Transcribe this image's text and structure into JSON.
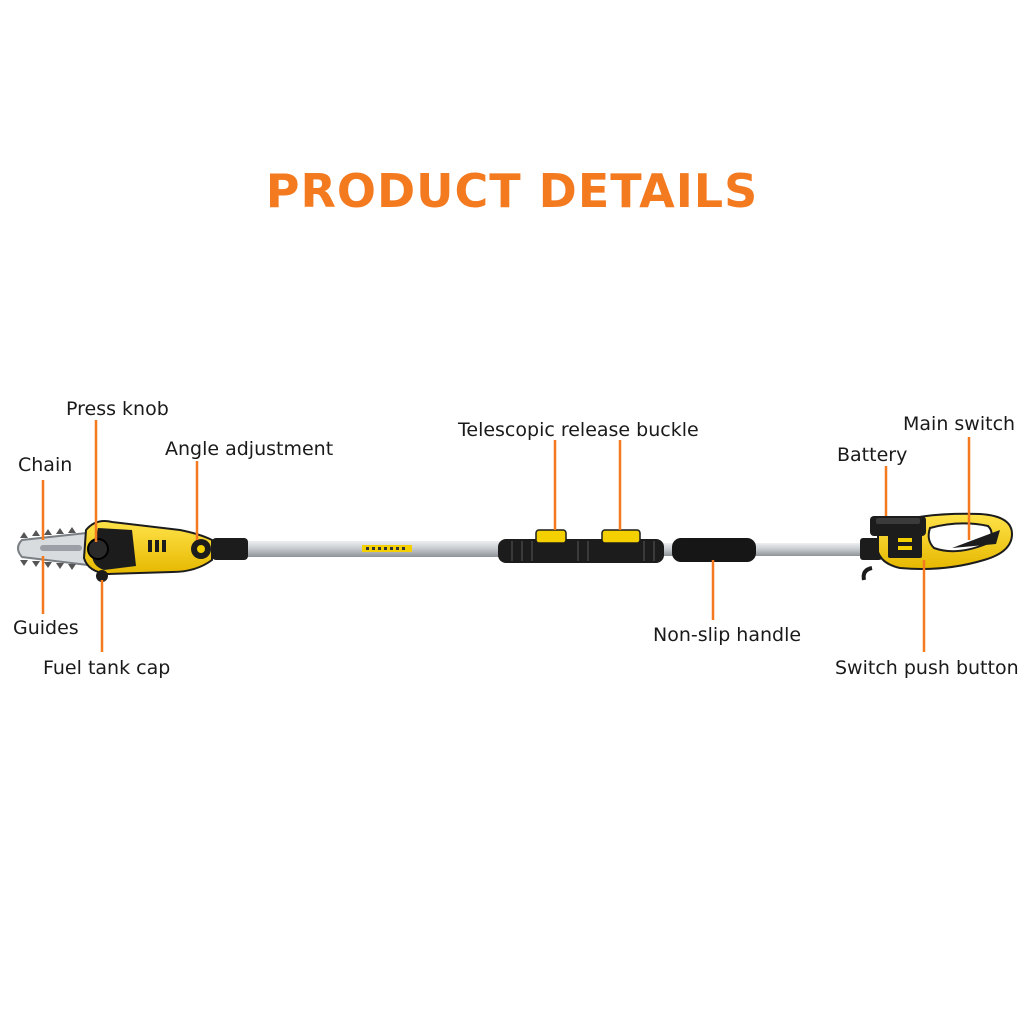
{
  "title": "PRODUCT DETAILS",
  "colors": {
    "accent": "#f47a20",
    "tool_yellow": "#f5d000",
    "tool_black": "#1c1c1c",
    "pole_silver": "#c9cdd1",
    "leader_line": "#f47a20"
  },
  "labels": {
    "press_knob": "Press knob",
    "chain": "Chain",
    "angle_adjustment": "Angle adjustment",
    "guides": "Guides",
    "fuel_tank_cap": "Fuel tank cap",
    "telescopic_release_buckle": "Telescopic release buckle",
    "non_slip_handle": "Non-slip handle",
    "battery": "Battery",
    "main_switch": "Main switch",
    "switch_push_button": "Switch push button"
  }
}
